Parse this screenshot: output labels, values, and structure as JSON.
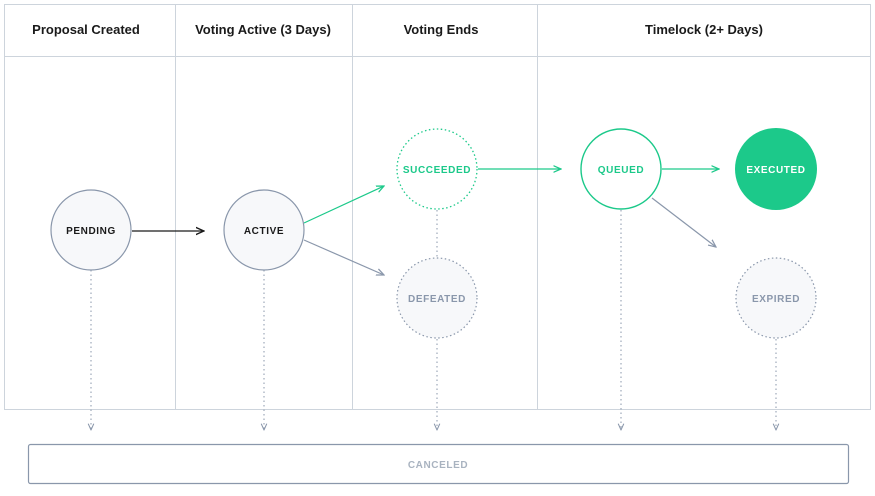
{
  "columns": [
    {
      "id": "created",
      "label": "Proposal Created"
    },
    {
      "id": "voting",
      "label": "Voting Active (3 Days)"
    },
    {
      "id": "ends",
      "label": "Voting Ends"
    },
    {
      "id": "timelock",
      "label": "Timelock (2+ Days)"
    }
  ],
  "states": {
    "pending": "PENDING",
    "active": "ACTIVE",
    "succeeded": "SUCCEEDED",
    "defeated": "DEFEATED",
    "queued": "QUEUED",
    "executed": "EXECUTED",
    "expired": "EXPIRED",
    "canceled": "CANCELED"
  },
  "colors": {
    "accent": "#1cc98a",
    "neutral": "#8a97ab",
    "dark": "#1a1a1a",
    "border": "#cdd4dc",
    "node_fill": "#f7f8fa",
    "muted_text": "#a9b3c0"
  }
}
